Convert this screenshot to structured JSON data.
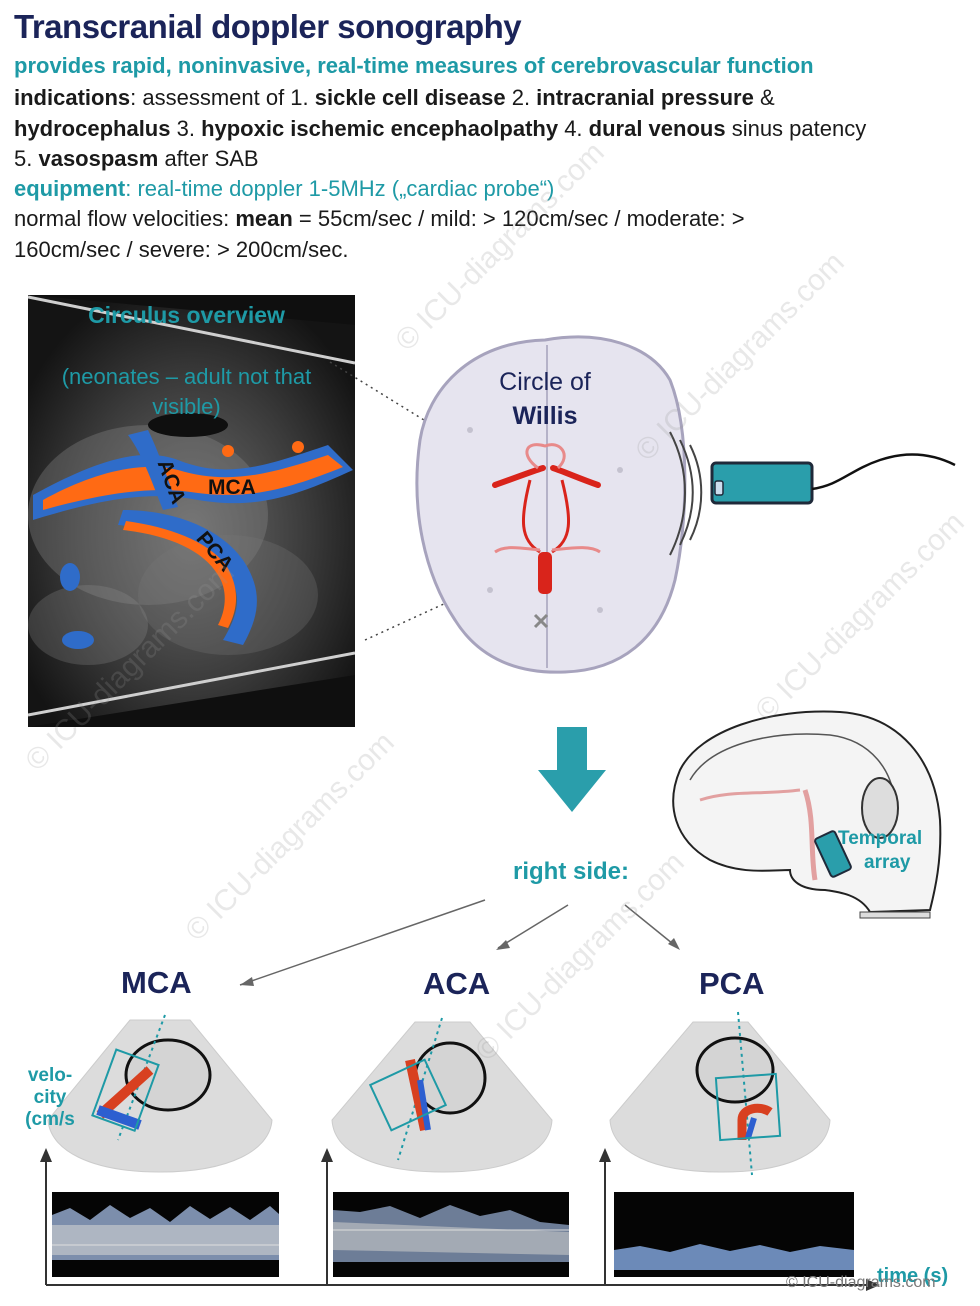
{
  "header": {
    "title": "Transcranial doppler sonography",
    "subtitle": "provides rapid, noninvasive, real-time measures of cerebrovascular function"
  },
  "indications": {
    "label": "indications",
    "t1": ": assessment of 1. ",
    "sickle": "sickle cell disease",
    "t2": " 2. ",
    "icp": "intracranial pressure",
    "t3": " &",
    "hydro": "hydrocephalus",
    "t4": " 3. ",
    "hie": "hypoxic ischemic encephaolpathy",
    "t5": " 4. ",
    "dural": "dural venous",
    "t6": " sinus patency",
    "t7": "5. ",
    "vaso": "vasospasm",
    "t8": " after SAB"
  },
  "equipment": {
    "label": "equipment",
    "text": ": real-time doppler 1-5MHz („cardiac probe“)"
  },
  "velocities": {
    "prefix": "normal flow velocities: ",
    "mean_label": "mean",
    "line1_rest": " = 55cm/sec / mild: > 120cm/sec / moderate: >",
    "line2": "160cm/sec / severe: > 200cm/sec."
  },
  "circulus": {
    "title": "Circulus overview",
    "note": "(neonates – adult not that visible)",
    "labels": [
      "ACA",
      "MCA",
      "PCA"
    ]
  },
  "willis": {
    "line1": "Circle of",
    "line2": "Willis"
  },
  "right_side": "right side:",
  "temporal_array": {
    "line1": "Temporal",
    "line2": "array"
  },
  "regions": [
    "MCA",
    "ACA",
    "PCA"
  ],
  "axis": {
    "velocity": "velo-city (cm/s",
    "velocity_lines": [
      "velo-",
      "city",
      "(cm/s"
    ],
    "time": "time (s)"
  },
  "watermark": "© ICU-diagrams.com",
  "copyright": "© ICU-diagrams.com",
  "colors": {
    "teal": "#1e9aa6",
    "navy": "#1b2459",
    "vessel_red": "#d9241b",
    "probe": "#2a9eab"
  }
}
